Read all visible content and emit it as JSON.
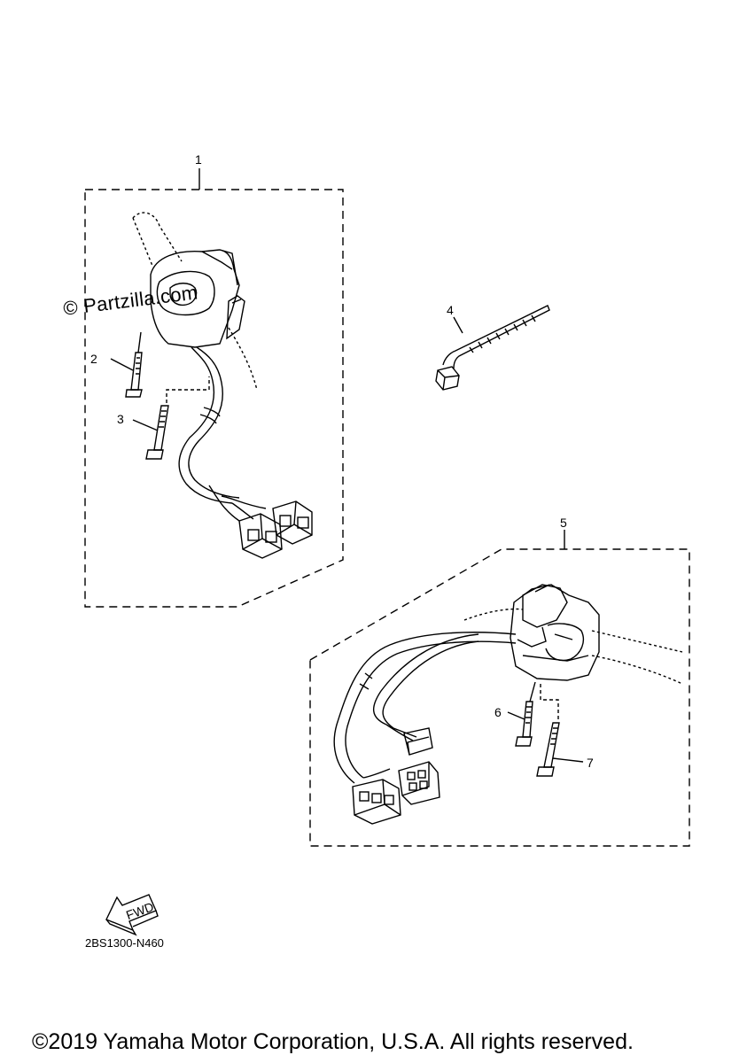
{
  "diagram": {
    "callouts": [
      "1",
      "2",
      "3",
      "4",
      "5",
      "6",
      "7"
    ],
    "fwd_label": "FWD",
    "diagram_code": "2BS1300-N460",
    "watermark": "© Partzilla.com",
    "copyright": "©2019 Yamaha Motor Corporation, U.S.A. All rights reserved."
  }
}
